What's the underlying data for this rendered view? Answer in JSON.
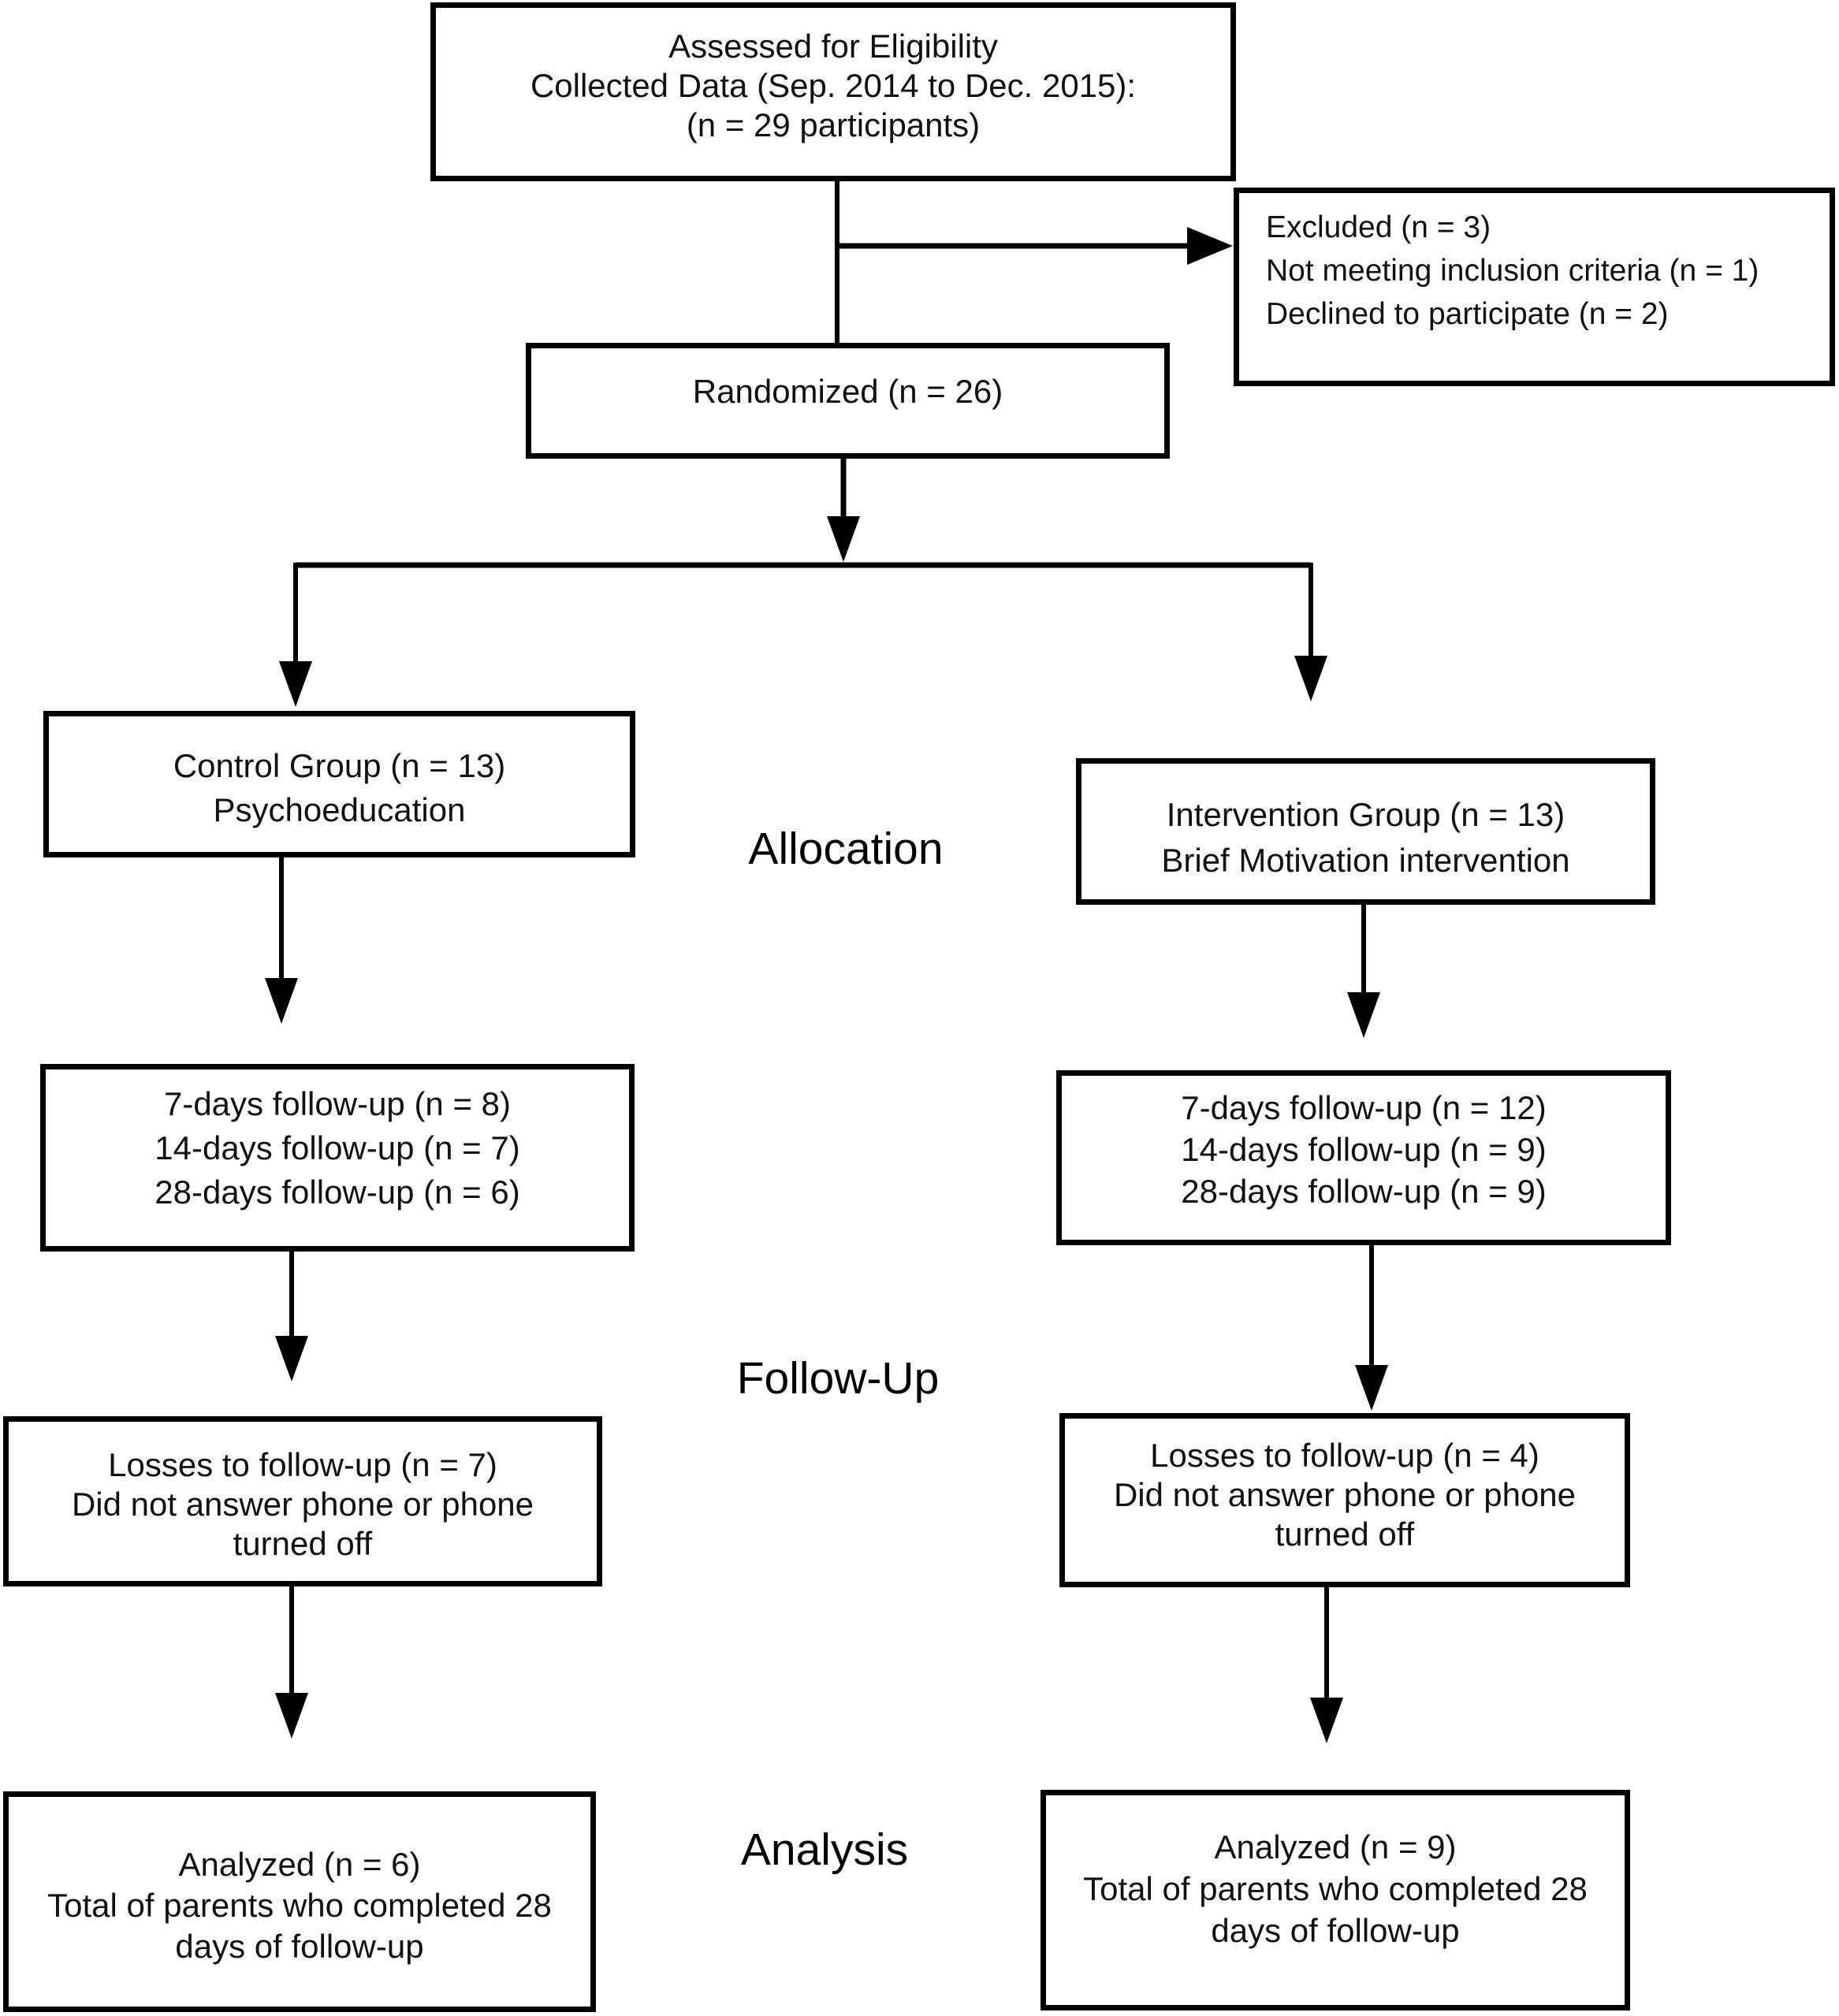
{
  "stages": {
    "eligibility": {
      "lines": [
        "Assessed for Eligibility",
        "Collected Data (Sep. 2014 to Dec. 2015):",
        "(n = 29 participants)"
      ]
    },
    "excluded": {
      "lines": [
        "Excluded (n = 3)",
        "Not meeting inclusion criteria (n = 1)",
        "Declined to participate (n = 2)"
      ]
    },
    "randomized": {
      "lines": [
        "Randomized (n = 26)"
      ]
    },
    "control": {
      "lines": [
        "Control Group (n = 13)",
        "Psychoeducation"
      ]
    },
    "intervention": {
      "lines": [
        "Intervention Group (n = 13)",
        "Brief Motivation intervention"
      ]
    },
    "followup_control": {
      "lines": [
        "7-days follow-up (n = 8)",
        "14-days follow-up (n = 7)",
        "28-days follow-up (n = 6)"
      ]
    },
    "followup_intervention": {
      "lines": [
        "7-days follow-up (n = 12)",
        "14-days follow-up (n = 9)",
        "28-days follow-up (n = 9)"
      ]
    },
    "losses_control": {
      "lines": [
        "Losses to follow-up (n = 7)",
        "Did not answer phone or phone",
        "turned off"
      ]
    },
    "losses_intervention": {
      "lines": [
        "Losses to follow-up (n = 4)",
        "Did not answer phone or phone",
        "turned off"
      ]
    },
    "analyzed_control": {
      "lines": [
        "Analyzed (n = 6)",
        "Total of parents who completed 28",
        "days of follow-up"
      ]
    },
    "analyzed_intervention": {
      "lines": [
        "Analyzed (n = 9)",
        "Total of parents who completed 28",
        "days of follow-up"
      ]
    }
  },
  "section_labels": {
    "allocation": "Allocation",
    "followup": "Follow-Up",
    "analysis": "Analysis"
  },
  "colors": {
    "line": "#000000",
    "box_border": "#000000",
    "box_background": "#ffffff",
    "text": "#111111"
  }
}
